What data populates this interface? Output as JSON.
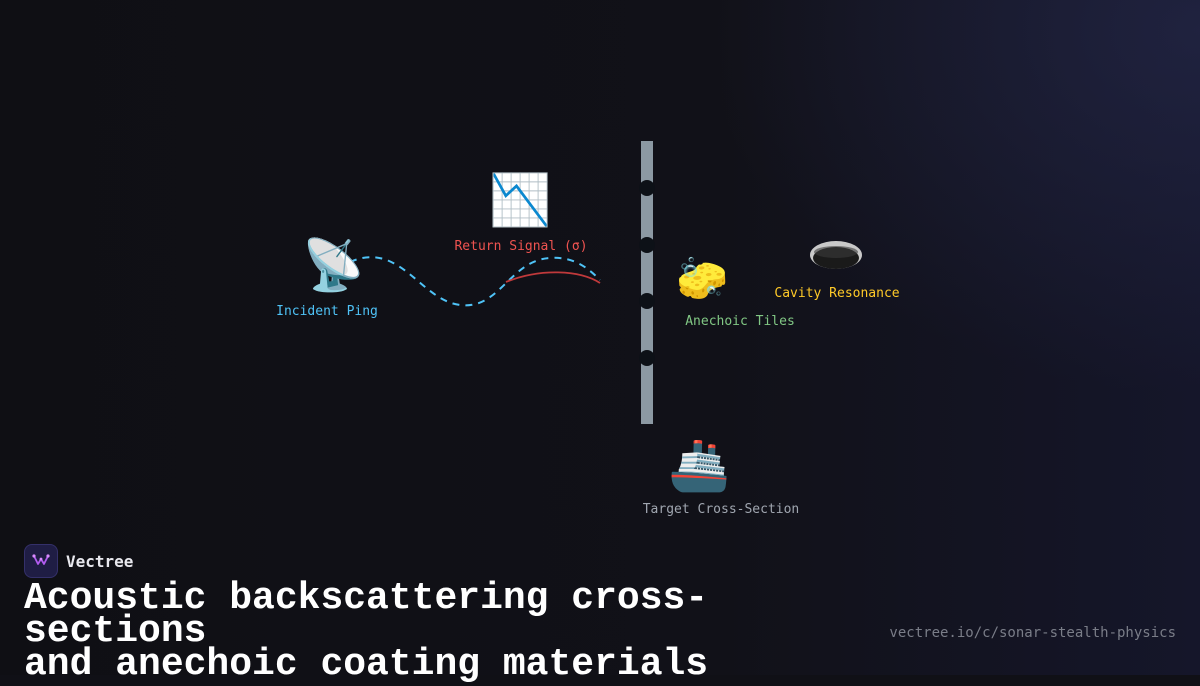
{
  "nodes": {
    "incident": {
      "icon": "📡",
      "icon_name": "satellite-antenna-icon",
      "label": "Incident Ping",
      "color": "#4fc3f7"
    },
    "signal": {
      "icon": "📉",
      "icon_name": "chart-decreasing-icon",
      "label": "Return Signal (σ)",
      "color": "#ef5350"
    },
    "tiles": {
      "icon": "🧽",
      "icon_name": "sponge-icon",
      "label": "Anechoic Tiles",
      "color": "#81c784"
    },
    "cavity": {
      "icon_name": "hole-icon",
      "label": "Cavity Resonance",
      "color": "#ffca28"
    },
    "target": {
      "icon": "🚢",
      "icon_name": "ship-icon",
      "label": "Target Cross-Section",
      "color": "#a0a6b0"
    }
  },
  "brand": {
    "name": "Vectree"
  },
  "title": {
    "line1": "Acoustic backscattering cross-sections",
    "line2": "and anechoic coating materials"
  },
  "url": "vectree.io/c/sonar-stealth-physics"
}
